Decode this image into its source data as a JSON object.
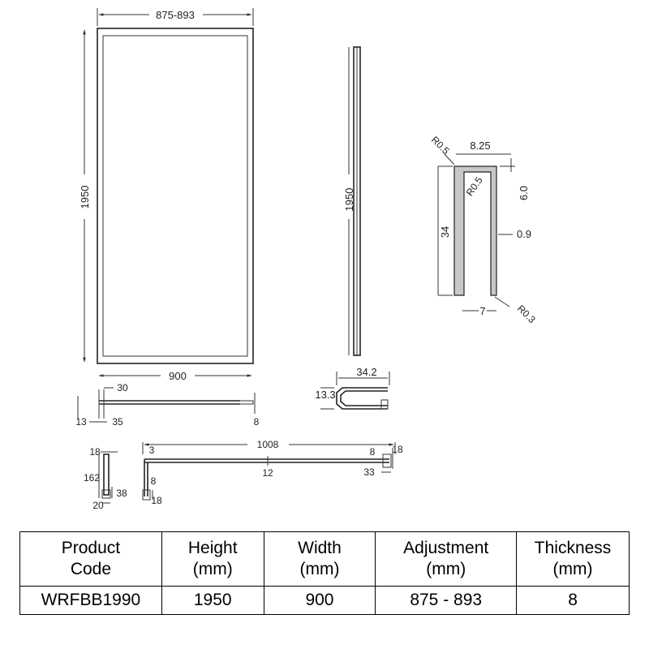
{
  "front_view": {
    "width_adjust": "875-893",
    "height": "1950",
    "width": "900"
  },
  "side_view": {
    "height": "1950"
  },
  "channel_profile": {
    "outer_radius": "R0.5",
    "width": "8.25",
    "inner_radius": "R0.5",
    "depth": "6.0",
    "height": "34",
    "wall": "0.9",
    "base": "7",
    "tip_radius": "R0.3"
  },
  "u_profile": {
    "width": "34.2",
    "height": "13.3"
  },
  "plan_view": {
    "lip": "30",
    "left_offset": "13",
    "left_width": "35",
    "right_width": "8"
  },
  "support_arm": {
    "length": "1008",
    "end_gap": "3",
    "center": "12",
    "clamp": "8",
    "clamp_height": "18",
    "offset": "33"
  },
  "wall_bracket": {
    "top": "18",
    "height": "162",
    "depth": "38",
    "bottom": "20",
    "pad": "8",
    "pad_height": "18"
  },
  "spec_table": {
    "headers": {
      "code": [
        "Product",
        "Code"
      ],
      "height": [
        "Height",
        "(mm)"
      ],
      "width": [
        "Width",
        "(mm)"
      ],
      "adjustment": [
        "Adjustment",
        "(mm)"
      ],
      "thickness": [
        "Thickness",
        "(mm)"
      ]
    },
    "values": {
      "code": "WRFBB1990",
      "height": "1950",
      "width": "900",
      "adjustment": "875 - 893",
      "thickness": "8"
    }
  }
}
